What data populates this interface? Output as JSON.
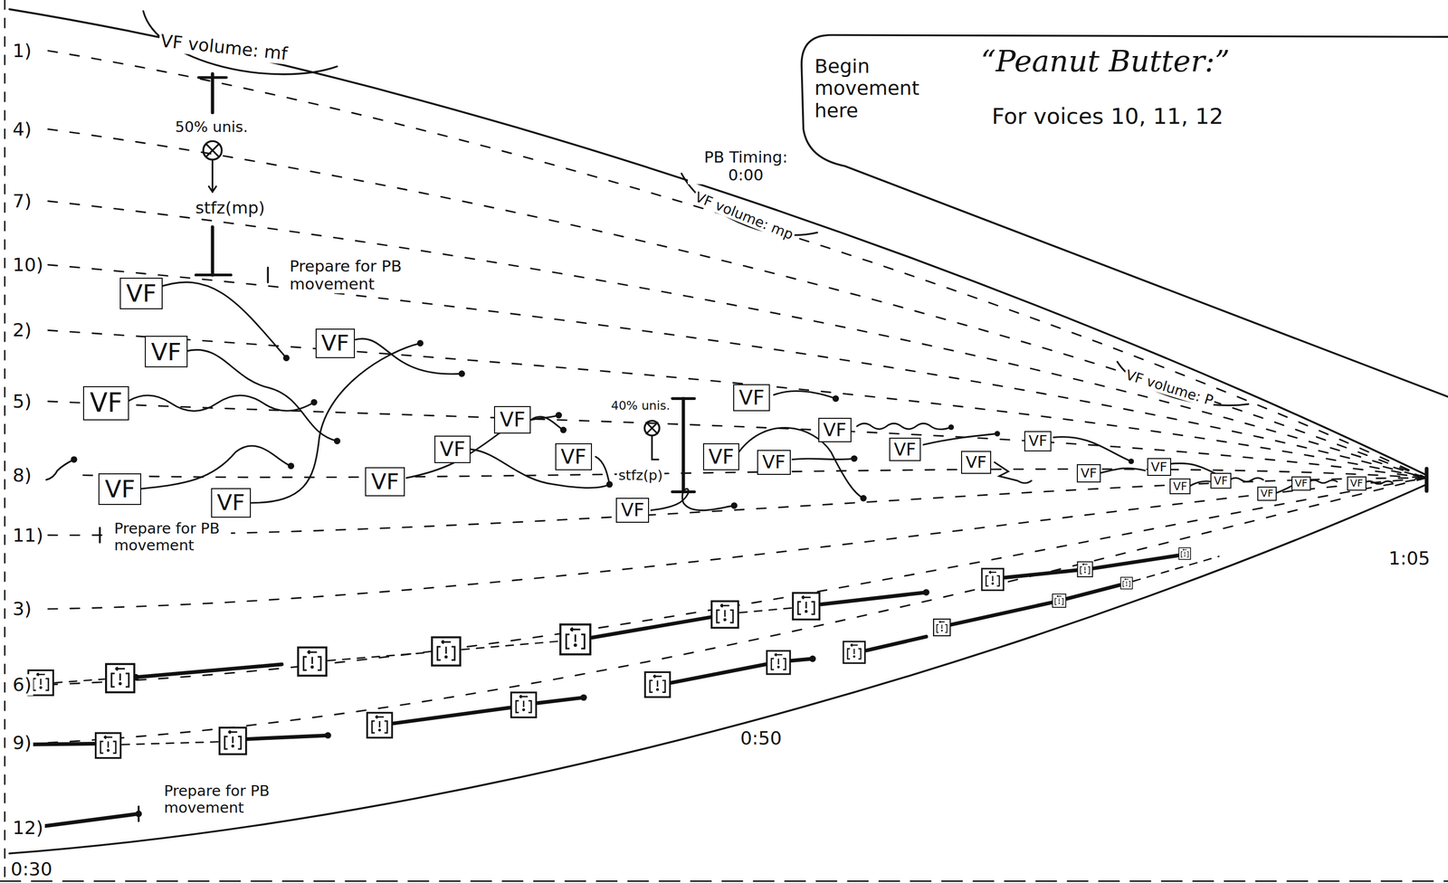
{
  "diagram": {
    "nodes": [
      {
        "text": [
          "Begin movement here",
          "“Peanut Butter:”",
          "For voices 10, 11, 12"
        ]
      },
      {
        "text": [
          "VF"
        ]
      },
      {
        "text": [
          "VF"
        ]
      },
      {
        "text": [
          "VF"
        ]
      },
      {
        "text": [
          "VF"
        ]
      },
      {
        "text": [
          "VF"
        ]
      },
      {
        "text": [
          "VF"
        ]
      },
      {
        "text": [
          "VF"
        ]
      },
      {
        "text": [
          "VF"
        ]
      },
      {
        "text": [
          "VF"
        ]
      },
      {
        "text": [
          "VF"
        ]
      },
      {
        "text": [
          "VF"
        ]
      },
      {
        "text": [
          "VF"
        ]
      },
      {
        "text": [
          "VF"
        ]
      },
      {
        "text": [
          "VF"
        ]
      },
      {
        "text": [
          "VF"
        ]
      },
      {
        "text": [
          "VF"
        ]
      },
      {
        "text": [
          "VF"
        ]
      },
      {
        "text": [
          "VF"
        ]
      },
      {
        "text": [
          "VF"
        ]
      },
      {
        "text": [
          "VF"
        ]
      },
      {
        "text": [
          "VF"
        ]
      },
      {
        "text": [
          "VF"
        ]
      },
      {
        "text": [
          "VF"
        ]
      },
      {
        "text": [
          "VF"
        ]
      },
      {
        "text": [
          "VF"
        ]
      }
    ],
    "labels": [
      "1)",
      "4)",
      "7)",
      "10)",
      "2)",
      "5)",
      "8)",
      "11)",
      "3)",
      "6)",
      "9)",
      "12)",
      "VF volume: mf",
      "50% unis.",
      "stfz(mp)",
      "Prepare for PB movement",
      "PB Timing: 0:00",
      "VF volume: mp",
      "Prepare for PB movement",
      "40% unis.",
      "stfz(p)",
      "VF volume: P",
      "0:50",
      "Prepare for PB movement",
      "1:05",
      "0:30"
    ]
  }
}
